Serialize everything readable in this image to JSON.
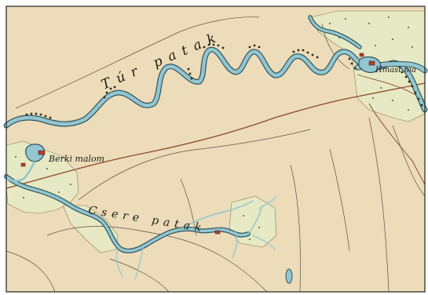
{
  "map": {
    "labels": {
      "river_tur": "Túr patak",
      "river_csere": "Csere patak",
      "mill": "Berki malom",
      "village": "Hmast ma"
    },
    "colors": {
      "paper": "#ecdcb9",
      "meadow": "#e6e9c3",
      "water": "#93c6cf",
      "water_edge": "#2f5460",
      "road": "#8d4a2d",
      "path": "#5d5145",
      "trees": "#2d2a12",
      "border": "#222222"
    }
  }
}
